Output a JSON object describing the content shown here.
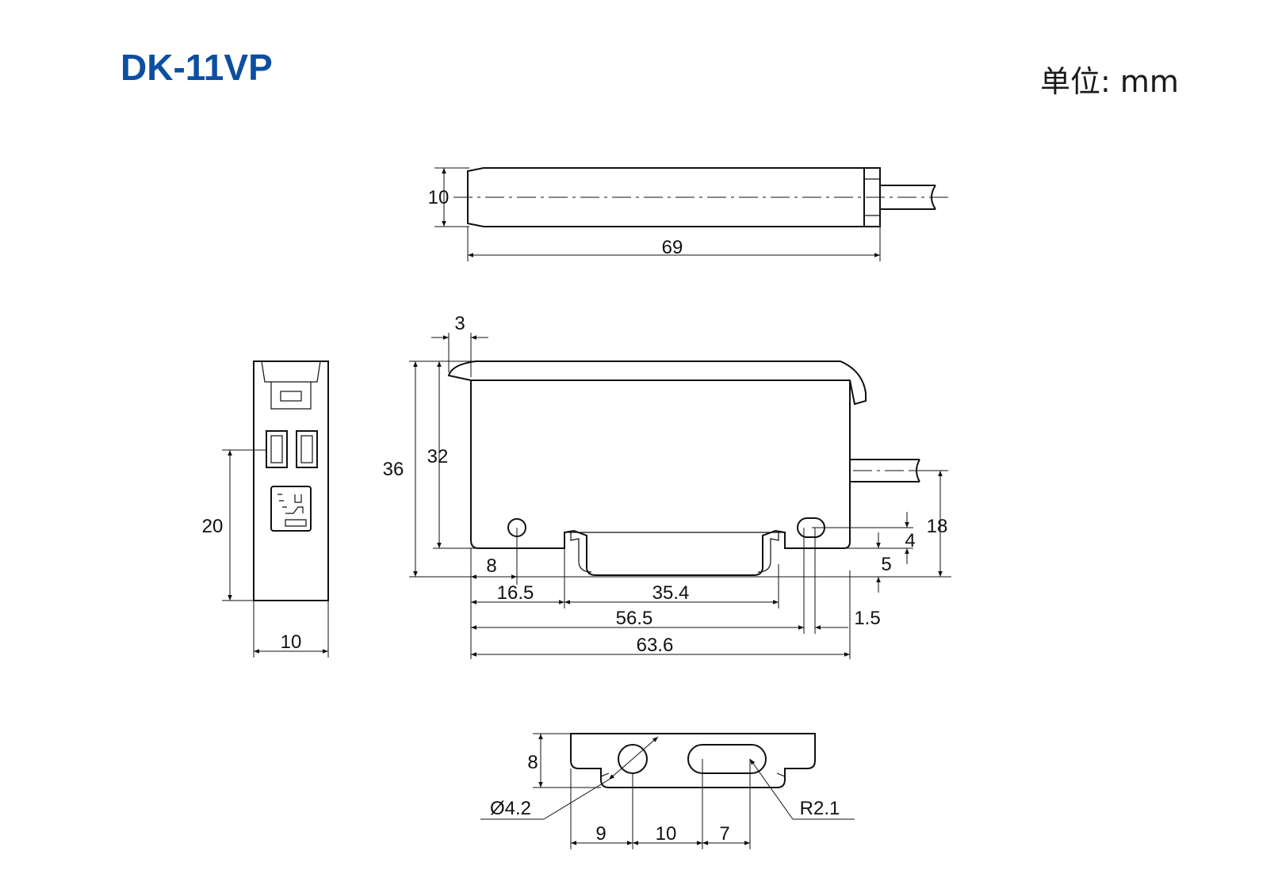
{
  "header": {
    "title": "DK-11VP",
    "unit": "单位: mm",
    "title_color": "#0d4ea1"
  },
  "top_view": {
    "dims": {
      "height": "10",
      "length": "69"
    }
  },
  "front_view": {
    "dims": {
      "lip": "3",
      "total_height": "36",
      "body_height": "32",
      "cable_height": "18",
      "hole_height": "4",
      "rail_offset": "5",
      "hole_x": "8",
      "rail_start": "16.5",
      "rail_width": "35.4",
      "slot_x": "56.5",
      "slot_width": "1.5",
      "total_length": "63.6"
    }
  },
  "side_view": {
    "dims": {
      "button_height": "20",
      "width": "10"
    }
  },
  "bottom_view": {
    "dims": {
      "height": "8",
      "hole_dia": "Ø4.2",
      "slot_radius": "R2.1",
      "hole_x": "9",
      "slot_x": "10",
      "slot_len": "7"
    }
  }
}
